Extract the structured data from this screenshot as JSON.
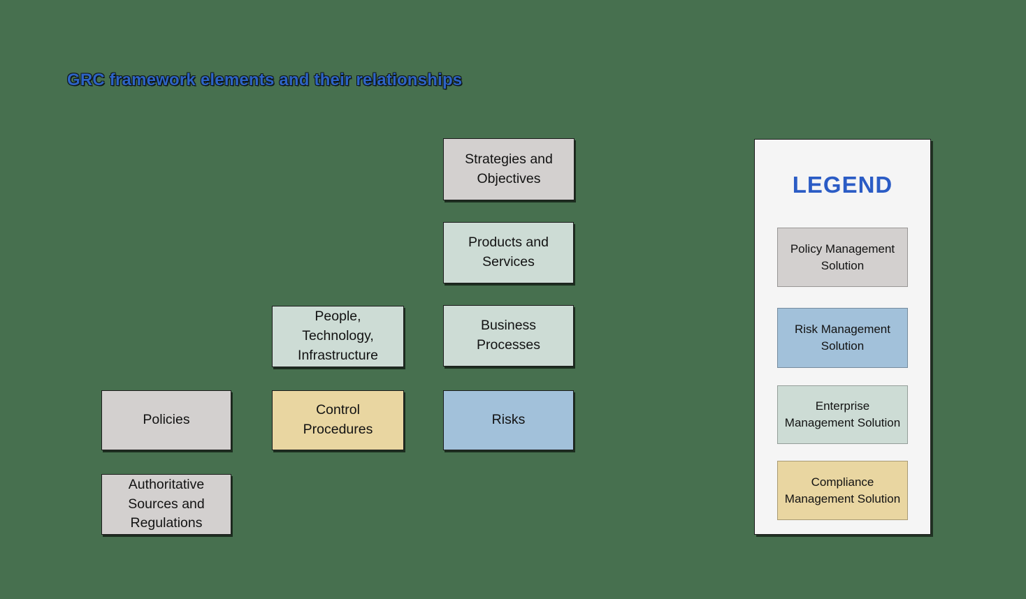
{
  "title": "GRC framework elements and their relationships",
  "colors": {
    "background": "#47704F",
    "title_text": "#2E64C4",
    "legend_title_text": "#2B5CC5",
    "legend_background": "#F5F5F5",
    "policy": "#D3D0CF",
    "risk": "#A2C1DA",
    "enterprise": "#CDDCD5",
    "compliance": "#E9D6A1"
  },
  "diagram": {
    "boxes": [
      {
        "label": "Strategies and Objectives",
        "type": "policy"
      },
      {
        "label": "Products and Services",
        "type": "enterprise"
      },
      {
        "label": "People, Technology, Infrastructure",
        "type": "enterprise"
      },
      {
        "label": "Business Processes",
        "type": "enterprise"
      },
      {
        "label": "Policies",
        "type": "policy"
      },
      {
        "label": "Control Procedures",
        "type": "compliance"
      },
      {
        "label": "Risks",
        "type": "risk"
      },
      {
        "label": "Authoritative Sources and Regulations",
        "type": "policy"
      }
    ]
  },
  "legend": {
    "title": "LEGEND",
    "items": [
      {
        "label": "Policy Management Solution",
        "type": "policy"
      },
      {
        "label": "Risk Management Solution",
        "type": "risk"
      },
      {
        "label": "Enterprise Management Solution",
        "type": "enterprise"
      },
      {
        "label": "Compliance Management Solution",
        "type": "compliance"
      }
    ]
  }
}
